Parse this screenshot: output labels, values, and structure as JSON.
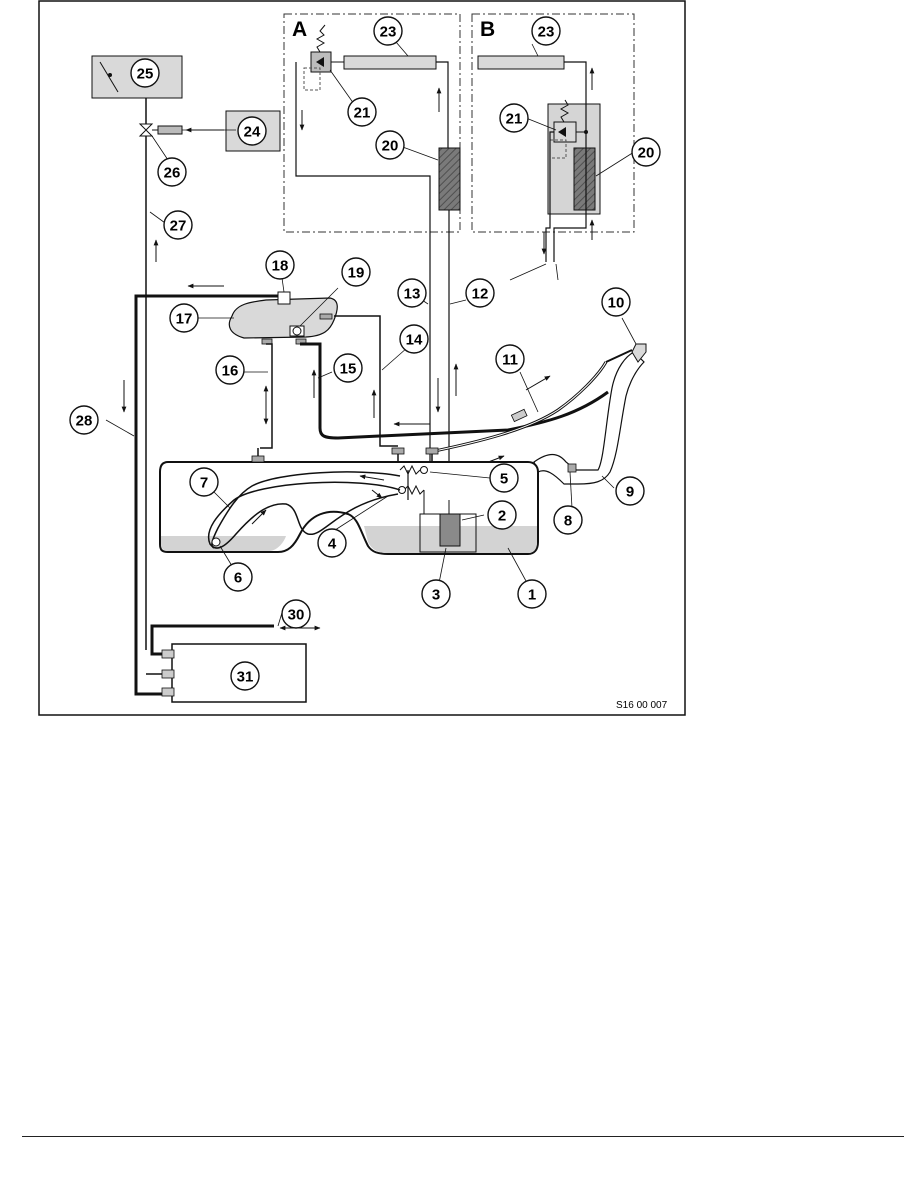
{
  "figure": {
    "code": "S16 00 007",
    "variants": [
      "A",
      "B"
    ],
    "callouts": {
      "c1": "1",
      "c2": "2",
      "c3": "3",
      "c4": "4",
      "c5": "5",
      "c6": "6",
      "c7": "7",
      "c8": "8",
      "c9": "9",
      "c10": "10",
      "c11": "11",
      "c12": "12",
      "c13": "13",
      "c14": "14",
      "c15": "15",
      "c16": "16",
      "c17": "17",
      "c18": "18",
      "c19": "19",
      "c20": "20",
      "c21": "21",
      "c23": "23",
      "c24": "24",
      "c25": "25",
      "c26": "26",
      "c27": "27",
      "c28": "28",
      "c30": "30",
      "c31": "31"
    }
  },
  "colors": {
    "line": "#111111",
    "tank_fluid": "#d3d3d3",
    "filter": "#6e6e6e",
    "rail": "#d9d9d9",
    "pump": "#8a8a8a"
  }
}
